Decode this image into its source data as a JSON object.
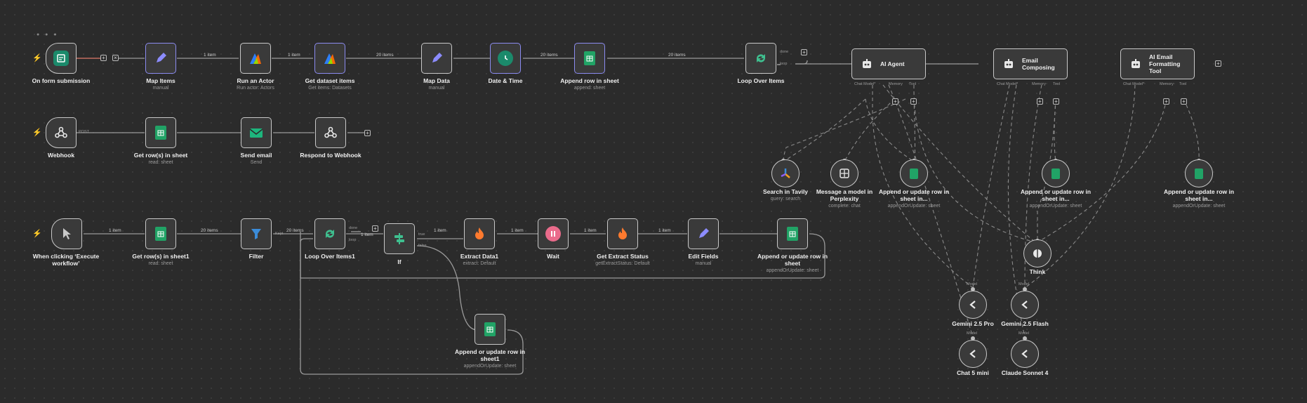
{
  "colors": {
    "accent": "#ff6d5a",
    "sheets": "#21a366",
    "purple": "#7b61ff",
    "teal": "#1b8a6b",
    "pink": "#ea6b8b",
    "filter": "#3b8cd9"
  },
  "flow1": {
    "form": {
      "label": "On form submission"
    },
    "map_items": {
      "label": "Map Items",
      "sub": "manual"
    },
    "run_actor": {
      "label": "Run an Actor",
      "sub": "Run actor: Actors"
    },
    "get_dataset": {
      "label": "Get dataset items",
      "sub": "Get items: Datasets"
    },
    "map_data": {
      "label": "Map Data",
      "sub": "manual"
    },
    "date_time": {
      "label": "Date & Time"
    },
    "append_row": {
      "label": "Append row in sheet",
      "sub": "append: sheet"
    },
    "loop": {
      "label": "Loop Over Items"
    },
    "ai_agent": {
      "label": "AI Agent"
    },
    "email_comp": {
      "label": "Email Composing"
    },
    "ai_fmt": {
      "label": "AI Email Formatting Tool"
    },
    "wire_1item_a": "1 item",
    "wire_1item_b": "1 item",
    "wire_20a": "20 items",
    "wire_20b": "20 items",
    "wire_20c": "20 items",
    "done": "done",
    "loop_port": "loop"
  },
  "ports": {
    "chat_model": "Chat Model*",
    "memory": "Memory",
    "tool": "Tool",
    "model": "Model"
  },
  "flow2": {
    "webhook": {
      "label": "Webhook",
      "method": "POST"
    },
    "get_rows": {
      "label": "Get row(s) in sheet",
      "sub": "read: sheet"
    },
    "send_email": {
      "label": "Send email",
      "sub": "Send"
    },
    "respond": {
      "label": "Respond to Webhook"
    }
  },
  "flow3": {
    "manual": {
      "label": "When clicking ‘Execute workflow’"
    },
    "get_rows1": {
      "label": "Get row(s) in sheet1",
      "sub": "read: sheet"
    },
    "filter": {
      "label": "Filter"
    },
    "loop1": {
      "label": "Loop Over Items1"
    },
    "if": {
      "label": "If",
      "true": "true",
      "false": "false"
    },
    "extract": {
      "label": "Extract Data1",
      "sub": "extract: Default"
    },
    "wait": {
      "label": "Wait"
    },
    "get_status": {
      "label": "Get Extract Status",
      "sub": "getExtractStatus: Default"
    },
    "edit": {
      "label": "Edit Fields",
      "sub": "manual"
    },
    "upsert": {
      "label": "Append or update row in sheet",
      "sub": "appendOrUpdate: sheet"
    },
    "upsert1": {
      "label": "Append or update row in sheet1",
      "sub": "appendOrUpdate: sheet"
    },
    "w1": "1 item",
    "w2": "20 items",
    "w3": "20 items",
    "kept": "Kept",
    "w4": "1 item",
    "w5": "1 item",
    "w6": "1 item",
    "w7": "1 item",
    "done": "done",
    "loop_port": "loop"
  },
  "tools": {
    "tavily": {
      "label": "Search in Tavily",
      "sub": "query: search"
    },
    "perplexity": {
      "label": "Message a model in Perplexity",
      "sub": "complete: chat"
    },
    "sheet_a": {
      "label": "Append or update row in sheet in...",
      "sub": "appendOrUpdate: sheet"
    },
    "sheet_b": {
      "label": "Append or update row in sheet in...",
      "sub": "appendOrUpdate: sheet"
    },
    "sheet_c": {
      "label": "Append or update row in sheet in...",
      "sub": "appendOrUpdate: sheet"
    },
    "think": {
      "label": "Think"
    },
    "gemini_pro": {
      "label": "Gemini 2.5 Pro"
    },
    "gemini_flash": {
      "label": "Gemini 2.5 Flash"
    },
    "chat5": {
      "label": "Chat 5 mini"
    },
    "claude": {
      "label": "Claude Sonnet 4"
    }
  }
}
